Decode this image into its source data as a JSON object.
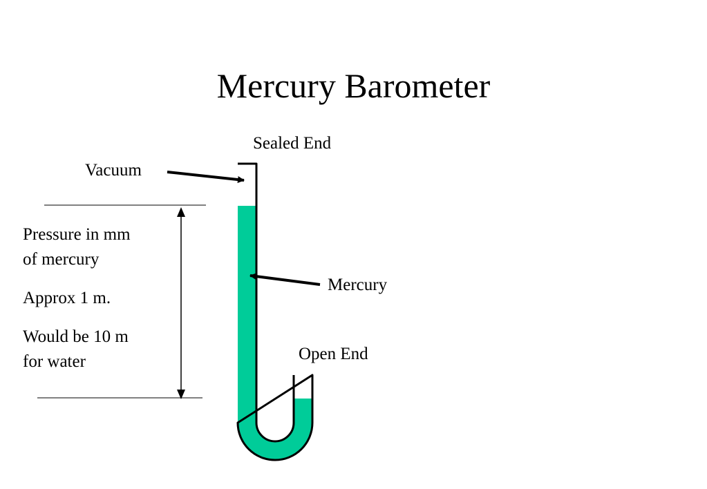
{
  "title": "Mercury Barometer",
  "labels": {
    "sealed_end": "Sealed End",
    "vacuum": "Vacuum",
    "mercury": "Mercury",
    "open_end": "Open End"
  },
  "notes": [
    "Pressure in mm\nof mercury",
    "Approx 1 m.",
    "Would be 10 m\nfor water"
  ],
  "colors": {
    "mercury": "#00cc99",
    "outline": "#000000",
    "background": "#ffffff"
  }
}
